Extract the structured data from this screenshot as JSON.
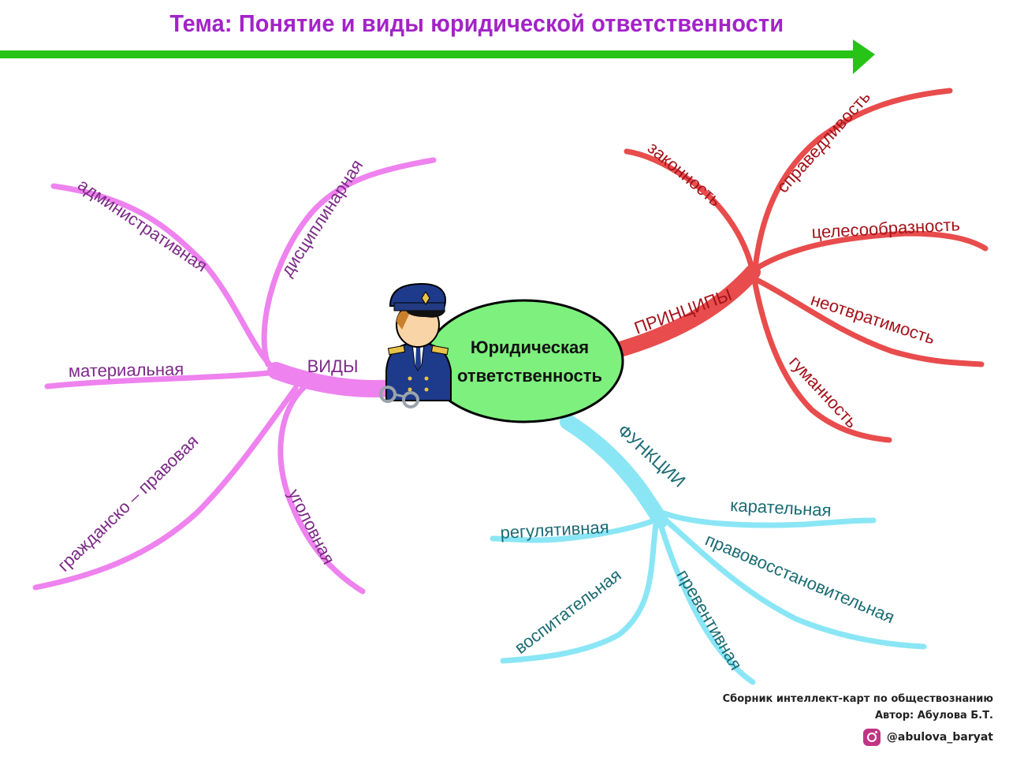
{
  "title": "Тема: Понятие и виды юридической ответственности",
  "center": {
    "line1": "Юридическая",
    "line2": "ответственность"
  },
  "branches": {
    "vidy": {
      "label": "ВИДЫ",
      "color": "#ee82ee",
      "textColor": "#7b2a86",
      "items": [
        "административная",
        "дисциплинарная",
        "материальная",
        "гражданско – правовая",
        "уголовная"
      ]
    },
    "principy": {
      "label": "ПРИНЦИПЫ",
      "color": "#e84c4c",
      "textColor": "#a3131a",
      "items": [
        "законность",
        "справедливость",
        "целесообразность",
        "неотвратимость",
        "гуманность"
      ]
    },
    "funkcii": {
      "label": "ФУНКЦИИ",
      "color": "#8ae6f5",
      "textColor": "#1a6b73",
      "items": [
        "регулятивная",
        "карательная",
        "правовосстановительная",
        "воспитательная",
        "превентивная"
      ]
    }
  },
  "colors": {
    "title": "#a323c8",
    "arrow": "#27c317",
    "centerFill": "#7df07d"
  },
  "credits": {
    "line1": "Сборник интеллект-карт по обществознанию",
    "line2": "Автор: Абулова Б.Т.",
    "instagram": "@abulova_baryat"
  }
}
